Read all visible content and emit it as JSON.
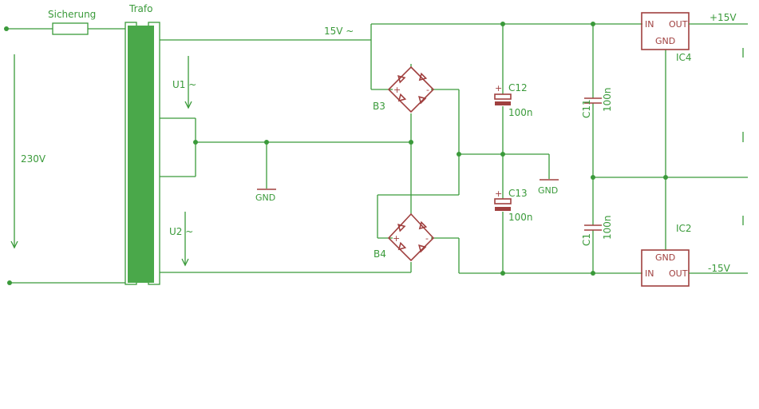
{
  "colors": {
    "wire": "#3a9a3a",
    "part": "#a0403f",
    "trafo_core": "#4aa84a",
    "background": "#ffffff"
  },
  "labels": {
    "fuse": "Sicherung",
    "trafo": "Trafo",
    "mains": "230V",
    "u1": "U1 ~",
    "u2": "U2 ~",
    "ac15": "15V ~",
    "gnd1": "GND",
    "gnd2": "GND",
    "b3": "B3",
    "b4": "B4",
    "c12": "C12",
    "c12_val": "100n",
    "c13": "C13",
    "c13_val": "100n",
    "c11": "C11",
    "c11_val": "100n",
    "c1": "C1",
    "c1_val": "100n",
    "ic4": "IC4",
    "ic2": "IC2",
    "ic4_in": "IN",
    "ic4_out": "OUT",
    "ic4_gnd": "GND",
    "ic2_in": "IN",
    "ic2_out": "OUT",
    "ic2_gnd": "GND",
    "plus15": "+15V",
    "minus15": "-15V",
    "plus_sign": "+",
    "minus_sign": "-"
  }
}
